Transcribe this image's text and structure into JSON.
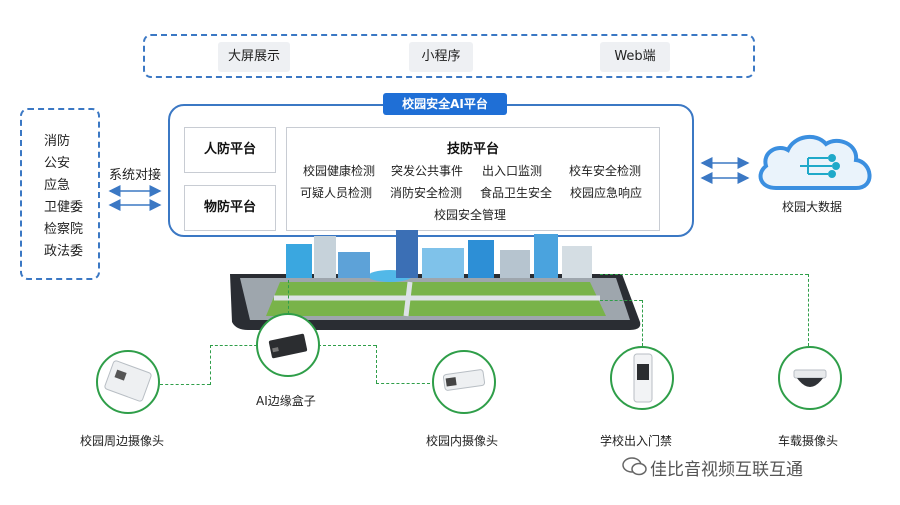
{
  "clients": {
    "big_screen": "大屏展示",
    "mini_program": "小程序",
    "web": "Web端"
  },
  "agencies": [
    "消防",
    "公安",
    "应急",
    "卫健委",
    "检察院",
    "政法委"
  ],
  "docking_label": "系统对接",
  "platform": {
    "title": "校园安全AI平台",
    "civil_defense": "人防平台",
    "physical_defense": "物防平台",
    "tech_defense": {
      "title": "技防平台",
      "rows": [
        [
          "校园健康检测",
          "突发公共事件",
          "出入口监测",
          "校车安全检测"
        ],
        [
          "可疑人员检测",
          "消防安全检测",
          "食品卫生安全",
          "校园应急响应"
        ],
        [
          "校园安全管理"
        ]
      ]
    }
  },
  "big_data": "校园大数据",
  "devices": {
    "edge_box": "AI边缘盒子",
    "perimeter_cam": "校园周边摄像头",
    "indoor_cam": "校园内摄像头",
    "gate": "学校出入门禁",
    "vehicle_cam": "车载摄像头"
  },
  "watermark": "佳比音视频互联互通",
  "colors": {
    "primary": "#1f6fd6",
    "border": "#3b78c4",
    "device": "#2f9e49"
  }
}
